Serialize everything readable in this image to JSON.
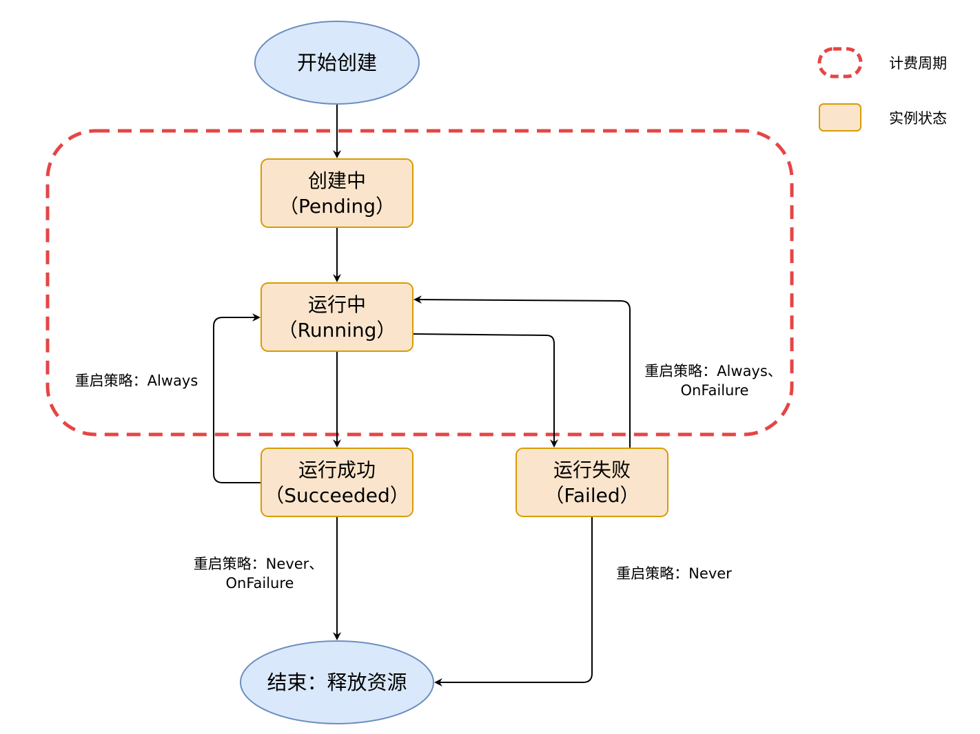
{
  "colors": {
    "ellipse_fill": "#dae8fc",
    "ellipse_stroke": "#6c8ebf",
    "state_fill": "#fae5cc",
    "state_stroke": "#d79b00",
    "billing_stroke": "#e64545",
    "edge_stroke": "#000000"
  },
  "nodes": {
    "start": {
      "label": "开始创建"
    },
    "pending": {
      "line1": "创建中",
      "line2": "（Pending）"
    },
    "running": {
      "line1": "运行中",
      "line2": "（Running）"
    },
    "succeeded": {
      "line1": "运行成功",
      "line2": "（Succeeded）"
    },
    "failed": {
      "line1": "运行失败",
      "line2": "（Failed）"
    },
    "end": {
      "label": "结束：释放资源"
    }
  },
  "edge_labels": {
    "succeeded_to_running": "重启策略：Always",
    "failed_to_running_line1": "重启策略：Always、",
    "failed_to_running_line2": "OnFailure",
    "succeeded_to_end_line1": "重启策略：Never、",
    "succeeded_to_end_line2": "OnFailure",
    "failed_to_end": "重启策略：Never"
  },
  "legend": {
    "billing_period": "计费周期",
    "instance_state": "实例状态"
  }
}
